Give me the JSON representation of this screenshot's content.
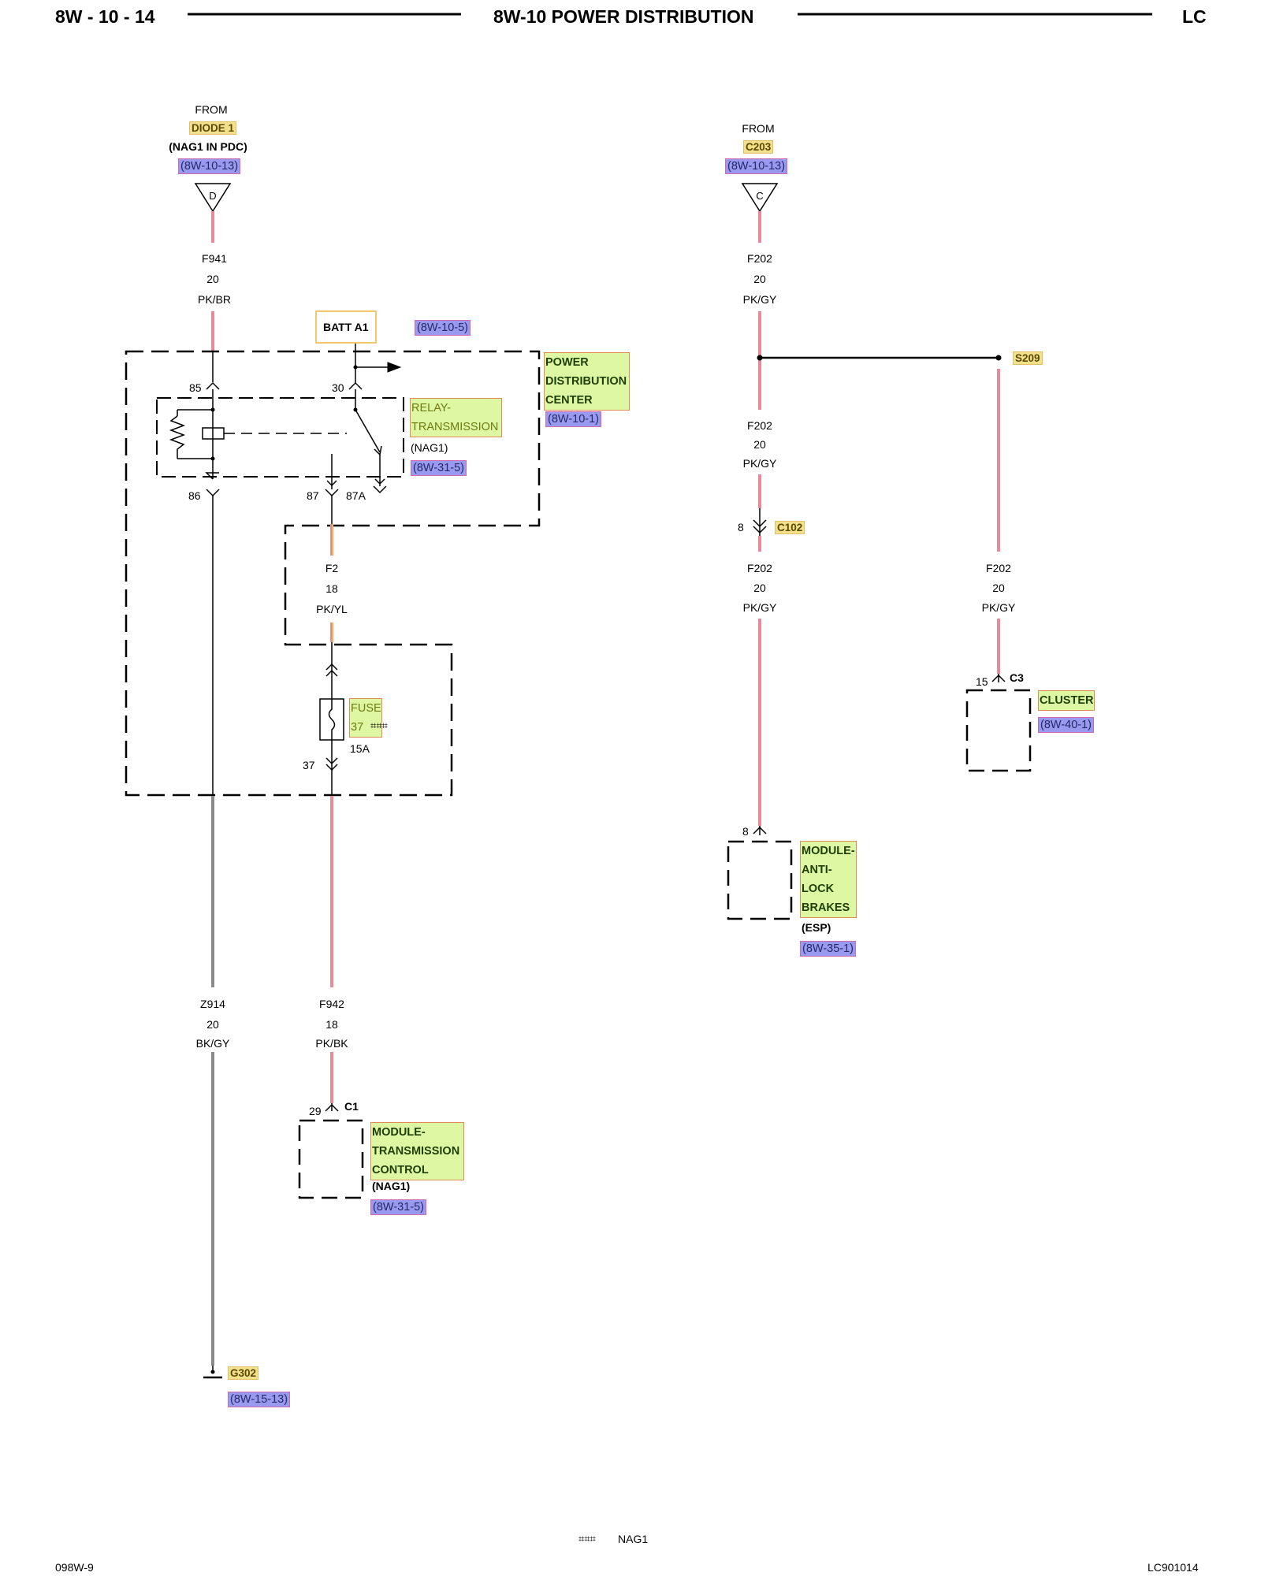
{
  "header": {
    "page": "8W - 10 - 14",
    "title": "8W-10 POWER DISTRIBUTION",
    "model": "LC"
  },
  "footer": {
    "left": "098W-9",
    "note_marks": "⌗⌗⌗",
    "note_text": "NAG1",
    "right": "LC901014"
  },
  "colors": {
    "pink_wire": "#e98a9a",
    "orange_stripe": "#f0b44a",
    "gray_wire": "#8a8a8a",
    "component_fill": "#ddf7a3",
    "ref_fill": "#9999f0",
    "connector_fill": "#f3e08a"
  },
  "left": {
    "source": {
      "from": "FROM",
      "name": "DIODE 1",
      "qualifier": "(NAG1 IN PDC)",
      "ref": "(8W-10-13)",
      "pin": "D"
    },
    "wire_top": {
      "circuit": "F941",
      "gauge": "20",
      "color": "PK/BR"
    },
    "batt": {
      "label": "BATT A1",
      "ref": "(8W-10-5)"
    },
    "pdc": {
      "name": "POWER\nDISTRIBUTION\nCENTER",
      "ref": "(8W-10-1)"
    },
    "relay": {
      "name": "RELAY-\nTRANSMISSION",
      "qualifier": "(NAG1)",
      "ref": "(8W-31-5)",
      "pin85": "85",
      "pin30": "30",
      "pin86": "86",
      "pin87": "87",
      "pin87a": "87A"
    },
    "wire_mid": {
      "circuit": "F2",
      "gauge": "18",
      "color": "PK/YL"
    },
    "fuse": {
      "name": "FUSE\n37",
      "marks": "⌗⌗⌗",
      "rating": "15A",
      "pin": "37"
    },
    "wire_ground": {
      "circuit": "Z914",
      "gauge": "20",
      "color": "BK/GY"
    },
    "wire_tcm": {
      "circuit": "F942",
      "gauge": "18",
      "color": "PK/BK"
    },
    "tcm": {
      "pin": "29",
      "connector": "C1",
      "name": "MODULE-\nTRANSMISSION\nCONTROL",
      "qualifier": "(NAG1)",
      "ref": "(8W-31-5)"
    },
    "ground": {
      "name": "G302",
      "ref": "(8W-15-13)"
    }
  },
  "right": {
    "source": {
      "from": "FROM",
      "name": "C203",
      "ref": "(8W-10-13)",
      "pin": "C"
    },
    "wire1": {
      "circuit": "F202",
      "gauge": "20",
      "color": "PK/GY"
    },
    "splice": {
      "name": "S209"
    },
    "wire2": {
      "circuit": "F202",
      "gauge": "20",
      "color": "PK/GY"
    },
    "c102": {
      "pin": "8",
      "name": "C102"
    },
    "wire3": {
      "circuit": "F202",
      "gauge": "20",
      "color": "PK/GY"
    },
    "wire4": {
      "circuit": "F202",
      "gauge": "20",
      "color": "PK/GY"
    },
    "abs": {
      "pin": "8",
      "name": "MODULE-\nANTI-\nLOCK\nBRAKES",
      "qualifier": "(ESP)",
      "ref": "(8W-35-1)"
    },
    "cluster": {
      "pin": "15",
      "connector": "C3",
      "name": "CLUSTER",
      "ref": "(8W-40-1)"
    }
  }
}
